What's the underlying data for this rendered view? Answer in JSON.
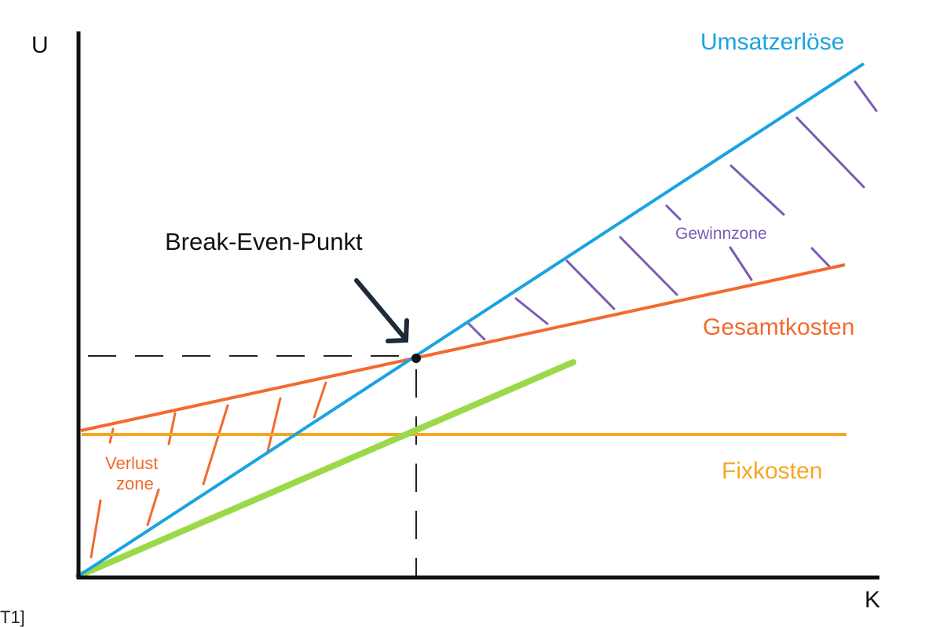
{
  "axes": {
    "y_label": "U",
    "x_label": "K"
  },
  "lines": {
    "revenue": {
      "label": "Umsatzerlöse",
      "color": "#1aa3e0"
    },
    "total_costs": {
      "label": "Gesamtkosten",
      "color": "#f26a2e"
    },
    "fixed_costs": {
      "label": "Fixkosten",
      "color": "#f5a623"
    },
    "variable_costs": {
      "color": "#9bd94a"
    }
  },
  "zones": {
    "profit": {
      "label": "Gewinnzone",
      "color": "#7b5bb5"
    },
    "loss": {
      "label_line1": "Verlust",
      "label_line2": "zone",
      "color": "#f26a2e"
    }
  },
  "break_even": {
    "label": "Break-Even-Punkt"
  },
  "corner_text": "T1]"
}
